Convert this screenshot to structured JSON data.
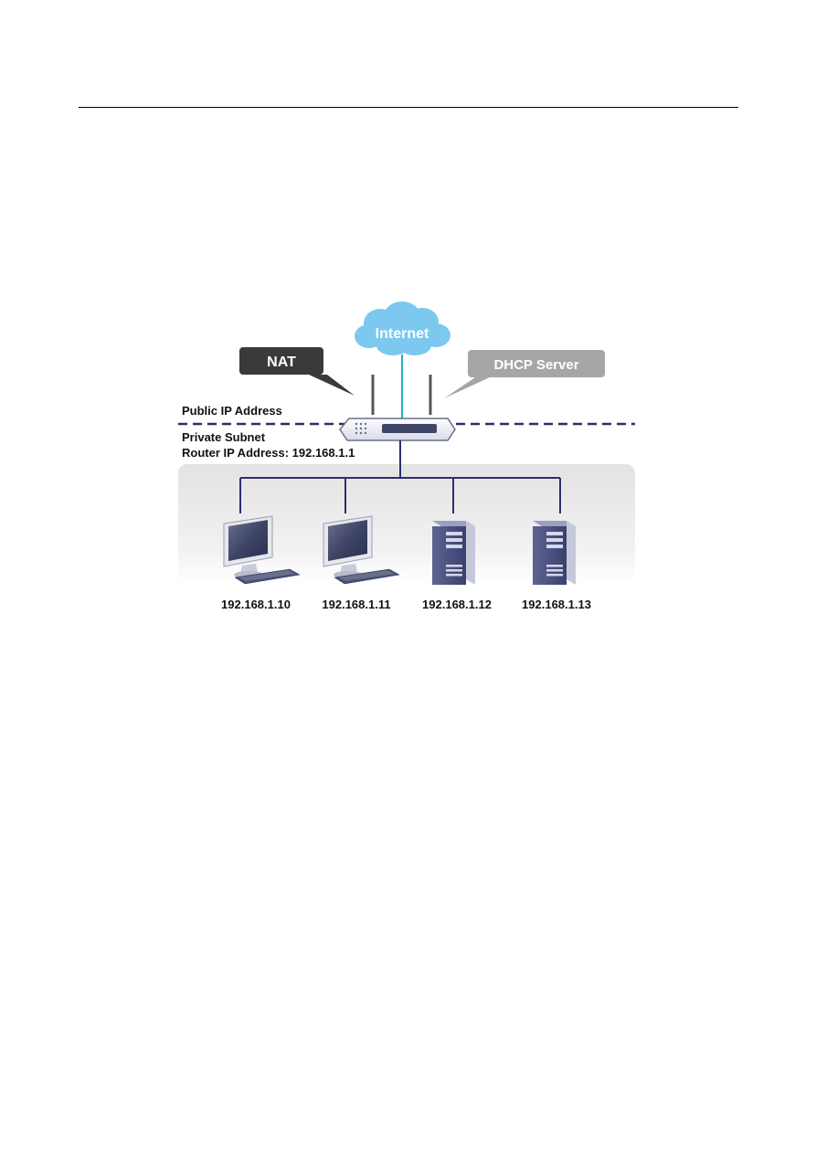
{
  "callouts": {
    "nat": "NAT",
    "internet": "Internet",
    "dhcp": "DHCP Server"
  },
  "labels": {
    "public_ip": "Public IP Address",
    "private_subnet": "Private Subnet",
    "router_ip": "Router IP Address: 192.168.1.1"
  },
  "devices": [
    {
      "type": "desktop",
      "ip": "192.168.1.10"
    },
    {
      "type": "desktop",
      "ip": "192.168.1.11"
    },
    {
      "type": "server",
      "ip": "192.168.1.12"
    },
    {
      "type": "server",
      "ip": "192.168.1.13"
    }
  ],
  "colors": {
    "line": "#2b2f6e",
    "cloud": "#7cc8ef",
    "nat_bubble": "#3a3a3a",
    "dhcp_bubble": "#a6a6a6"
  }
}
